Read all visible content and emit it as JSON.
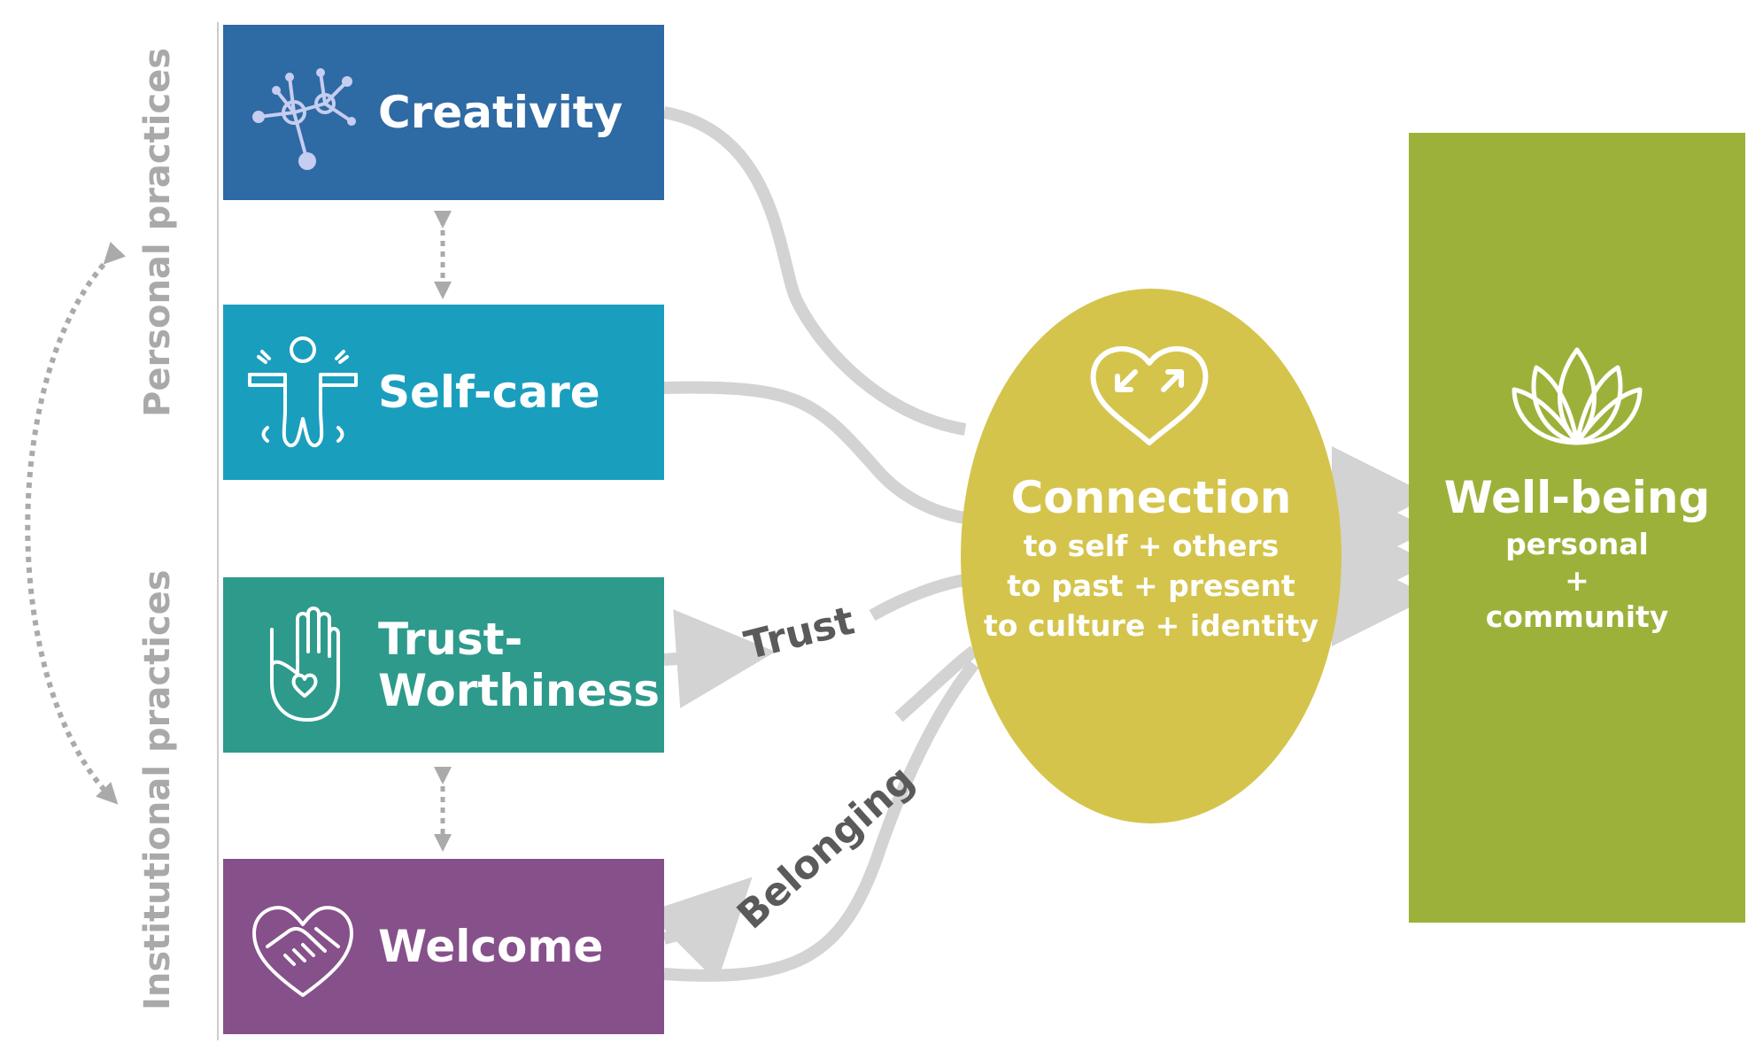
{
  "side_labels": {
    "personal": "Personal practices",
    "institutional": "Institutional practices"
  },
  "boxes": [
    {
      "id": "creativity",
      "label_lines": [
        "Creativity"
      ],
      "color": "#2e6aa4",
      "icon": "network-nodes-icon"
    },
    {
      "id": "self-care",
      "label_lines": [
        "Self-care"
      ],
      "color": "#1a9ebe",
      "icon": "person-arms-open-icon"
    },
    {
      "id": "trust-worthiness",
      "label_lines": [
        "Trust-",
        "Worthiness"
      ],
      "color": "#2d9a8c",
      "icon": "hand-heart-icon"
    },
    {
      "id": "welcome",
      "label_lines": [
        "Welcome"
      ],
      "color": "#86508a",
      "icon": "handshake-heart-icon"
    }
  ],
  "flow_labels": {
    "trust": "Trust",
    "belonging": "Belonging"
  },
  "connection": {
    "title": "Connection",
    "lines": [
      "to self + others",
      "to past + present",
      "to culture + identity"
    ],
    "color": "#d4c44c",
    "icon": "heart-arrows-icon"
  },
  "wellbeing": {
    "title": "Well-being",
    "lines": [
      "personal",
      "+",
      "community"
    ],
    "color": "#9cb13a",
    "icon": "lotus-icon"
  },
  "colors": {
    "connector_gray": "#d3d3d3",
    "side_label_gray": "#a9a9a9",
    "flow_label_gray": "#5a5a5a"
  }
}
